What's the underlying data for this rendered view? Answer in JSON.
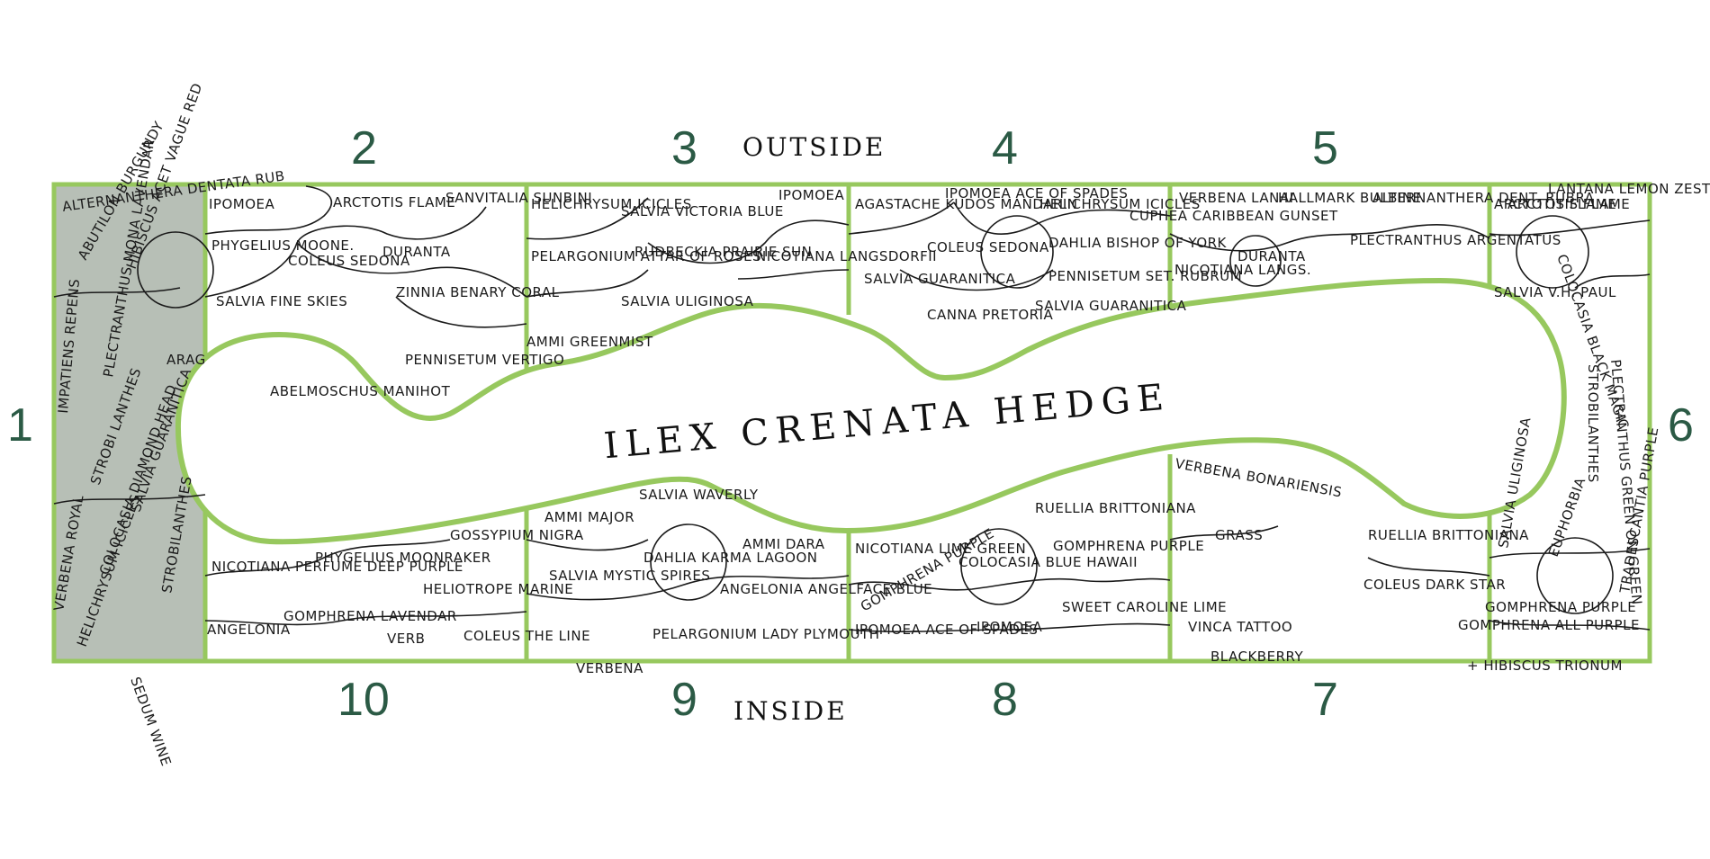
{
  "diagram": {
    "side_labels": {
      "outside": "OUTSIDE",
      "inside": "INSIDE"
    },
    "hedge_label": "ILEX CRENATA HEDGE",
    "section_numbers": [
      "1",
      "2",
      "3",
      "4",
      "5",
      "6",
      "7",
      "8",
      "9",
      "10"
    ],
    "colors": {
      "bed_outline": "#97c85e",
      "number": "#2b5a45",
      "section_1_fill": "#b7bfb6",
      "ink": "#1a1a1a"
    },
    "plants": {
      "s1": [
        "ALTERNANTHERA DENTATA RUB",
        "ABUTILON BURGUNDY",
        "HIBISCUS ACET VAGUE RED",
        "IMPATIENS REPENS",
        "PLECTRANTHUS MONA LAVENDAR",
        "STROBI LANTHES",
        "SALVIA GUARANITICA",
        "VERBENA ROYAL",
        "COLOCASIA DIAMOND HEAD",
        "HELICHRYSUM ICICLES",
        "STROBILANTHES",
        "ARAG"
      ],
      "s2": [
        "IPOMOEA",
        "PHYGELIUS MOONE.",
        "ARCTOTIS FLAME",
        "SANVITALIA SUNBINI",
        "COLEUS SEDONA",
        "DURANTA",
        "ZINNIA BENARY CORAL",
        "SALVIA FINE SKIES",
        "PENNISETUM VERTIGO",
        "ABELMOSCHUS MANIHOT"
      ],
      "s3": [
        "HELICHRYSUM ICICLES",
        "SALVIA VICTORIA BLUE",
        "IPOMOEA",
        "PELARGONIUM ATTAR OF ROSES",
        "RUDBECKIA PRAIRIE SUN",
        "NICOTIANA LANGSDORFII",
        "SALVIA ULIGINOSA",
        "AMMI GREENMIST"
      ],
      "s4": [
        "AGASTACHE KUDOS MANDARIN",
        "IPOMOEA ACE OF SPADES",
        "HELICHRYSUM ICICLES",
        "COLEUS SEDONA",
        "DAHLIA BISHOP OF YORK",
        "CUPHEA CARIBBEAN GUNSET",
        "SALVIA GUARANITICA",
        "PENNISETUM SET. RUBRUM",
        "CANNA PRETORIA",
        "SALVIA GUARANITICA"
      ],
      "s5": [
        "VERBENA LANAI",
        "HALLMARK BULBINE",
        "ALTERNANTHERA DENT. RUBRA",
        "DURANTA",
        "PLECTRANTHUS ARGENTATUS",
        "NICOTIANA LANGS."
      ],
      "s6": [
        "ARCTOTIS FLAME",
        "LANTANA LEMON ZEST",
        "COLOCASIA BLACK MAGIC",
        "SALVIA V.H. PAUL",
        "ARCTOTIS FLAME",
        "STROBILANTHES",
        "SALVIA ULIGINOSA",
        "EUPHORBIA",
        "PLECTRANTHUS GREEN ON GREEN",
        "TRADESCANTIA PURPLE",
        "GOMPHRENA PURPLE"
      ],
      "s7": [
        "VERBENA BONARIENSIS",
        "GRASS",
        "RUELLIA BRITTONIANA",
        "COLEUS DARK STAR",
        "GOMPHRENA ALL PURPLE",
        "VINCA TATTOO",
        "BLACKBERRY",
        "+ HIBISCUS TRIONUM"
      ],
      "s8": [
        "NICOTIANA LIME GREEN",
        "RUELLIA BRITTONIANA",
        "GOMPHRENA PURPLE",
        "COLOCASIA BLUE HAWAII",
        "GOMPHRENA PURPLE",
        "SWEET CAROLINE LIME",
        "IPOMOEA",
        "IPOMOEA ACE OF SPADES"
      ],
      "s9": [
        "SALVIA WAVERLY",
        "AMMI MAJOR",
        "DAHLIA KARMA LAGOON",
        "AMMI DARA",
        "SALVIA MYSTIC SPIRES",
        "ANGELONIA ANGELFACE BLUE",
        "PELARGONIUM LADY PLYMOUTH",
        "VERBENA"
      ],
      "s10": [
        "NICOTIANA PERFUME DEEP PURPLE",
        "PHYGELIUS MOONRAKER",
        "GOSSYPIUM NIGRA",
        "HELIOTROPE MARINE",
        "GOMPHRENA LAVENDAR",
        "ANGELONIA",
        "VERB",
        "COLEUS THE LINE",
        "SEDUM WINE"
      ]
    }
  }
}
